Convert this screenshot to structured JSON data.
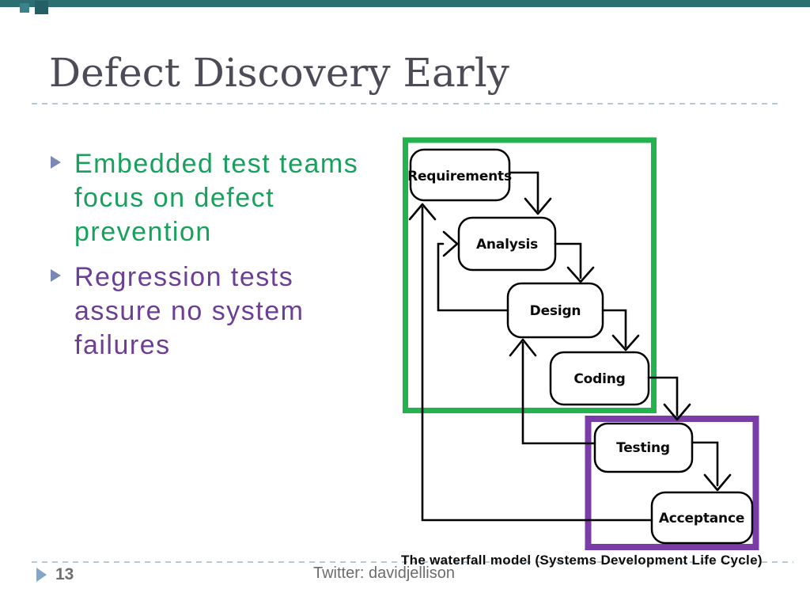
{
  "slide": {
    "title": "Defect Discovery Early",
    "page_number": "13",
    "footer_handle": "Twitter: davidjellison",
    "diagram_caption": "The waterfall model (Systems Development Life Cycle)"
  },
  "bullets": [
    {
      "color": "#18a15d",
      "text": "Embedded test teams focus on defect prevention",
      "lines": [
        "Embedded test teams",
        "focus on defect",
        "prevention"
      ]
    },
    {
      "color": "#6d3e95",
      "text": "Regression tests assure no system failures",
      "lines": [
        "Regression tests",
        "assure no system",
        "failures"
      ]
    }
  ],
  "diagram": {
    "type": "flowchart",
    "boxes": [
      {
        "label": "Requirements"
      },
      {
        "label": "Analysis"
      },
      {
        "label": "Design"
      },
      {
        "label": "Coding"
      },
      {
        "label": "Testing"
      },
      {
        "label": "Acceptance"
      }
    ],
    "forward_flow": [
      [
        "Requirements",
        "Analysis"
      ],
      [
        "Analysis",
        "Design"
      ],
      [
        "Design",
        "Coding"
      ],
      [
        "Coding",
        "Testing"
      ],
      [
        "Testing",
        "Acceptance"
      ]
    ],
    "feedback_flow": [
      [
        "Design",
        "Analysis"
      ],
      [
        "Testing",
        "Design"
      ],
      [
        "Acceptance",
        "Requirements"
      ]
    ],
    "group_colors": {
      "early_phases_outline": "#22b24e",
      "late_phases_outline": "#7a3da8"
    }
  },
  "theme": {
    "accent_teal": "#2c6e71",
    "title_color": "#4b4c58",
    "dashed_rule_color": "#b5c9d7",
    "bullet_marker_color": "#7b87b4",
    "footer_text_color": "#6c6c6c"
  }
}
